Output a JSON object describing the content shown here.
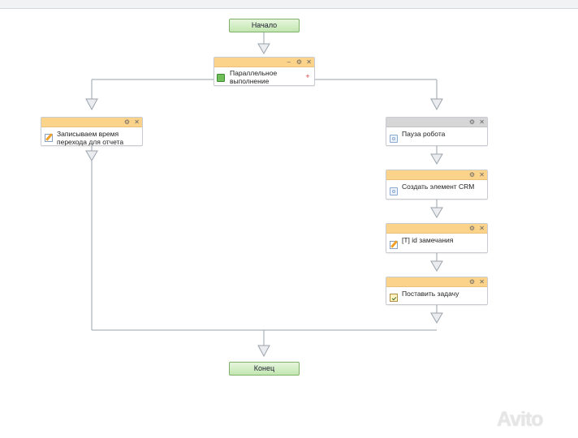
{
  "flow": {
    "start_label": "Начало",
    "end_label": "Конец",
    "parallel": {
      "label_line1": "Параллельное",
      "label_line2": "выполнение",
      "icon": "parallel-icon",
      "add_icon": "plus-icon"
    },
    "left_branch": [
      {
        "label_line1": "Записываем время",
        "label_line2": "перехода для отчета",
        "icon": "edit-icon",
        "header": "orange"
      }
    ],
    "right_branch": [
      {
        "label": "Пауза робота",
        "icon": "robot-icon",
        "header": "gray"
      },
      {
        "label": "Создать элемент CRM",
        "icon": "robot-icon",
        "header": "orange"
      },
      {
        "label": "[T] id замечания",
        "icon": "edit-icon",
        "header": "orange"
      },
      {
        "label": "Поставить задачу",
        "icon": "task-icon",
        "header": "orange"
      }
    ]
  },
  "block_header_icons": {
    "minimize": "–",
    "settings": "⚙",
    "close": "✕"
  },
  "watermark": {
    "text": "Avito",
    "logo": "avito-logo-icon"
  },
  "colors": {
    "header_orange": "#fbd38b",
    "header_gray": "#d6d6d6",
    "terminal_green": "#c3e6b1",
    "connector": "#9aa3ad"
  }
}
